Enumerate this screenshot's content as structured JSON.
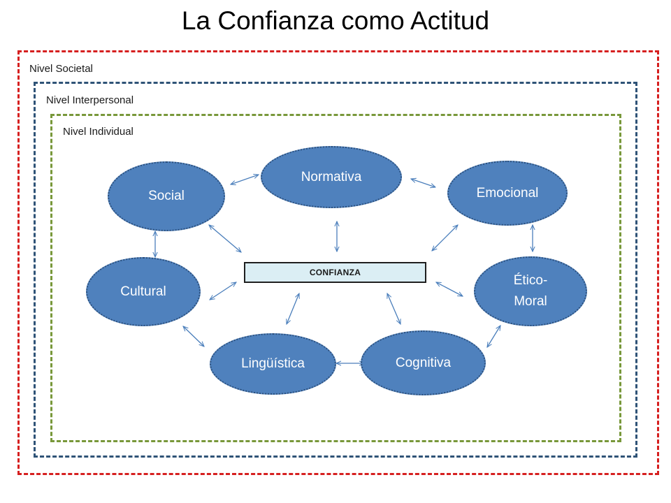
{
  "title": "La Confianza como Actitud",
  "levels": {
    "societal": "Nivel Societal",
    "interpersonal": "Nivel Interpersonal",
    "individual": "Nivel Individual"
  },
  "center": "CONFIANZA",
  "nodes": {
    "normativa": "Normativa",
    "social": "Social",
    "emocional": "Emocional",
    "cultural": "Cultural",
    "etico_moral_line1": "Ético-",
    "etico_moral_line2": "Moral",
    "linguistica": "Lingüística",
    "cognitiva": "Cognitiva"
  },
  "colors": {
    "societal_border": "#d62020",
    "interpersonal_border": "#2f5377",
    "individual_border": "#78983a",
    "node_fill": "#4f81bd",
    "center_fill": "#dbeef4",
    "arrow": "#4a7ebb"
  }
}
